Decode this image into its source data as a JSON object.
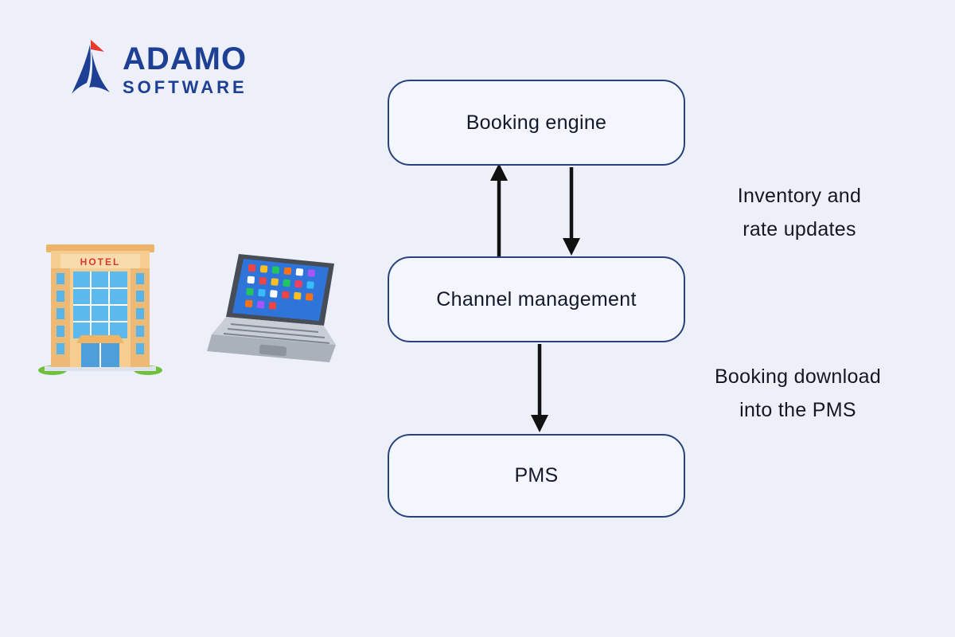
{
  "logo": {
    "title": "ADAMO",
    "subtitle": "SOFTWARE"
  },
  "diagram": {
    "boxes": [
      {
        "id": "booking-engine",
        "label": "Booking engine"
      },
      {
        "id": "channel-management",
        "label": "Channel management"
      },
      {
        "id": "pms",
        "label": "PMS"
      }
    ],
    "annotations": [
      {
        "line1": "Inventory and",
        "line2": "rate updates"
      },
      {
        "line1": "Booking download",
        "line2": "into the PMS"
      }
    ]
  },
  "illustrations": {
    "hotel_sign": "HOTEL"
  },
  "colors": {
    "background": "#edf0f8",
    "box_border": "#27427c",
    "arrow": "#111111",
    "logo_blue": "#1d3f94",
    "logo_red": "#e8392e"
  }
}
